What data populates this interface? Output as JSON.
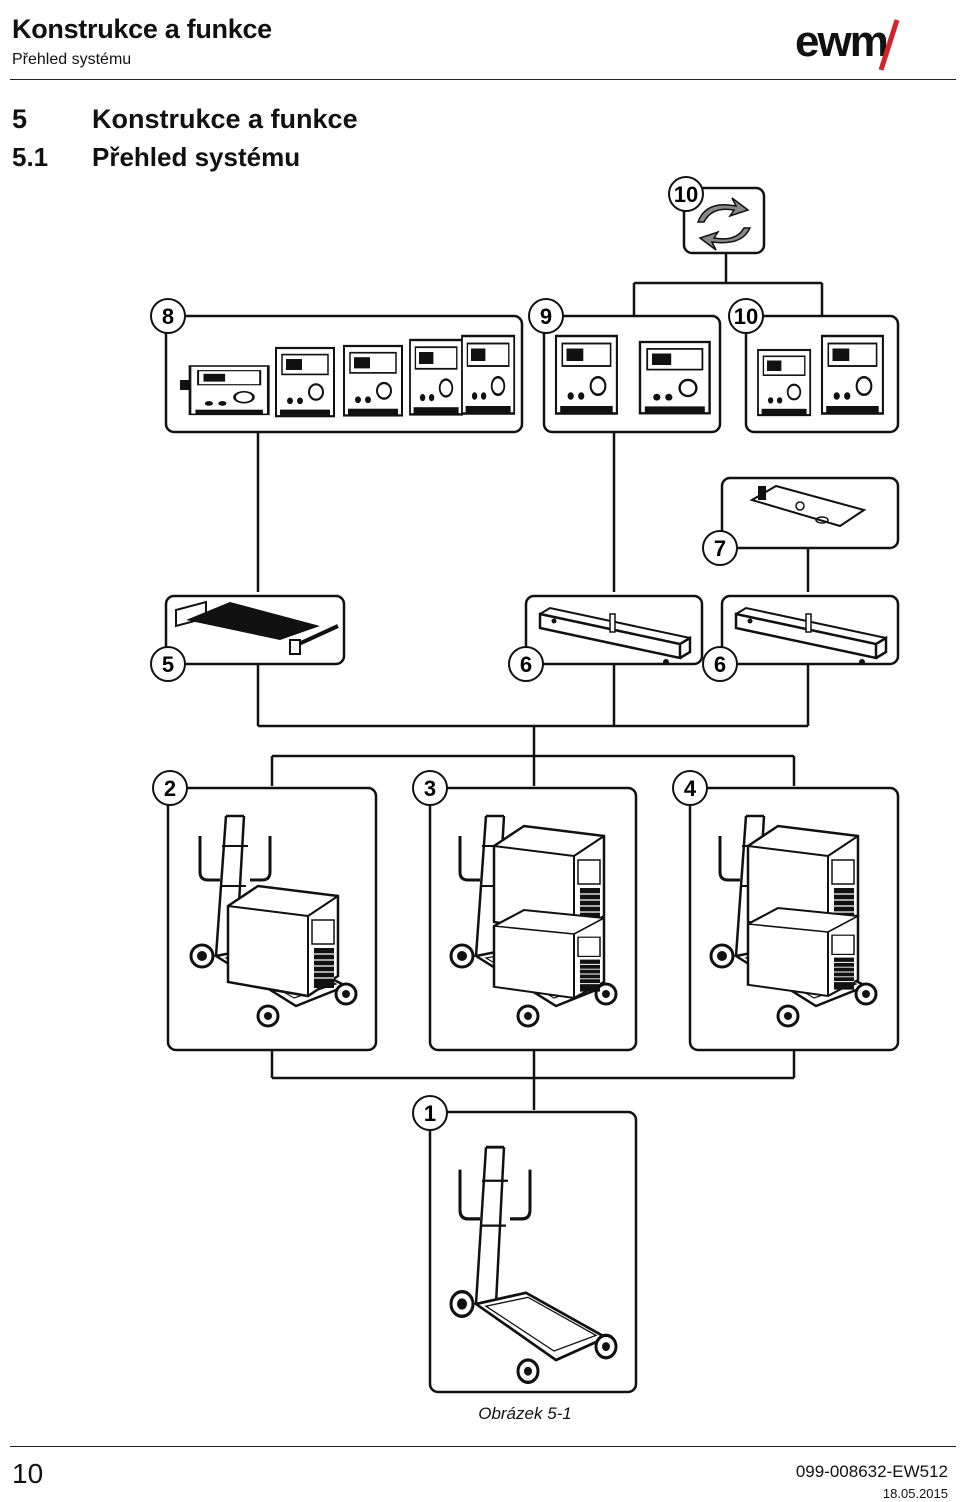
{
  "header": {
    "title": "Konstrukce a funkce",
    "subtitle": "Přehled systému",
    "logo_text": "ewm"
  },
  "section": {
    "number": "5",
    "title": "Konstrukce a funkce"
  },
  "subsection": {
    "number": "5.1",
    "title": "Přehled systému"
  },
  "diagram": {
    "callouts": {
      "c10_top": "10",
      "c8": "8",
      "c9": "9",
      "c10": "10",
      "c7": "7",
      "c5": "5",
      "c6a": "6",
      "c6b": "6",
      "c2": "2",
      "c3": "3",
      "c4": "4",
      "c1": "1"
    }
  },
  "caption": "Obrázek 5-1",
  "footer": {
    "page_number": "10",
    "doc_code": "099-008632-EW512",
    "date": "18.05.2015"
  },
  "colors": {
    "ink": "#111111",
    "brand_red": "#d2232a"
  }
}
